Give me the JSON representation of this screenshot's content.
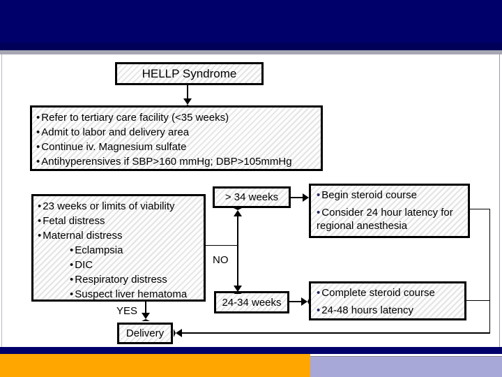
{
  "slide": {
    "title": "HELLP Syndrome",
    "labels": {
      "no": "NO",
      "yes": "YES"
    },
    "boxes": {
      "protocol": {
        "items": [
          "Refer to tertiary care facility (<35 weeks)",
          "Admit to labor and delivery area",
          "Continue iv. Magnesium sulfate",
          "Antihyperensives if SBP>160 mmHg; DBP>105mmHg"
        ]
      },
      "criteria": {
        "items": [
          "23 weeks or limits of viability",
          "Fetal distress",
          "Maternal distress"
        ],
        "sub_items": [
          "Eclampsia",
          "DIC",
          "Respiratory distress",
          "Suspect liver hematoma"
        ]
      },
      "gt34": {
        "label": "> 34 weeks"
      },
      "wk2434": {
        "label": "24-34 weeks"
      },
      "begin_steroid": {
        "items": [
          "Begin steroid course",
          "Consider 24 hour latency for regional anesthesia"
        ]
      },
      "complete_steroid": {
        "items": [
          "Complete steroid course",
          "24-48 hours latency"
        ]
      },
      "delivery": {
        "label": "Delivery"
      }
    },
    "colors": {
      "navy_bar": "#00006B",
      "orange_bar": "#FFA600",
      "lavender_bar": "#A8A8D8",
      "hatch_stripe": "#E4E4E4",
      "box_border": "#000000"
    }
  }
}
